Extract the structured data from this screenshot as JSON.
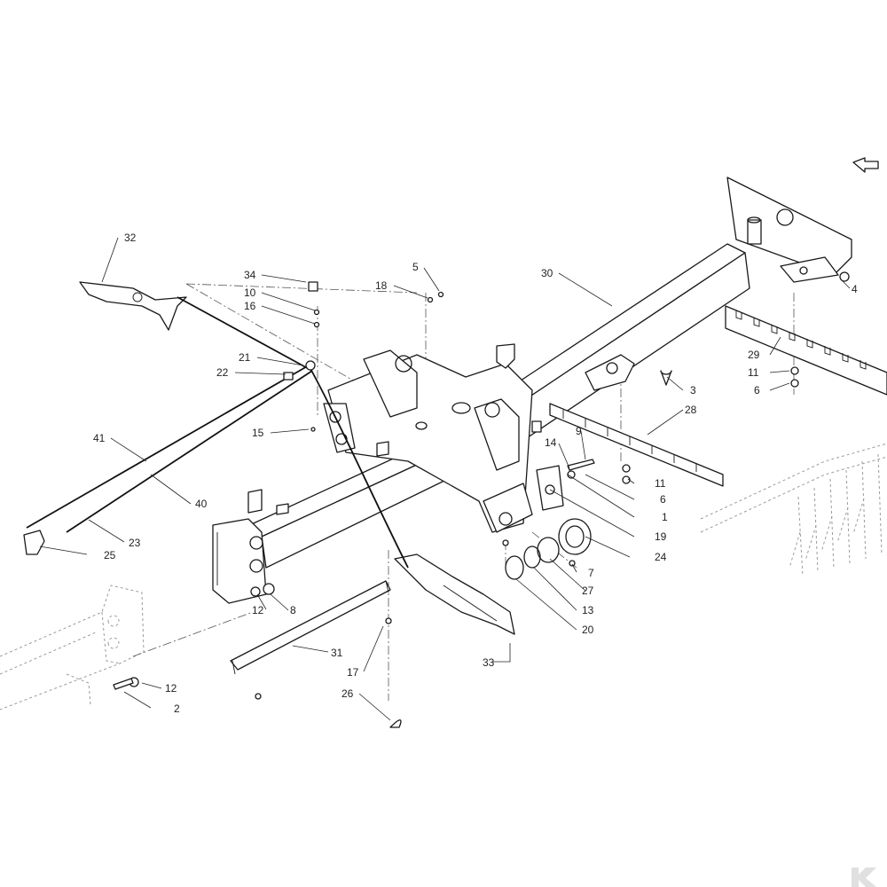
{
  "callouts": [
    {
      "id": "c32",
      "text": "32"
    },
    {
      "id": "c34",
      "text": "34"
    },
    {
      "id": "c10",
      "text": "10"
    },
    {
      "id": "c16",
      "text": "16"
    },
    {
      "id": "c18",
      "text": "18"
    },
    {
      "id": "c5",
      "text": "5"
    },
    {
      "id": "c30",
      "text": "30"
    },
    {
      "id": "c4",
      "text": "4"
    },
    {
      "id": "c21",
      "text": "21"
    },
    {
      "id": "c22",
      "text": "22"
    },
    {
      "id": "c3",
      "text": "3"
    },
    {
      "id": "c29",
      "text": "29"
    },
    {
      "id": "c11a",
      "text": "11"
    },
    {
      "id": "c6a",
      "text": "6"
    },
    {
      "id": "c28",
      "text": "28"
    },
    {
      "id": "c15",
      "text": "15"
    },
    {
      "id": "c41",
      "text": "41"
    },
    {
      "id": "c9",
      "text": "9"
    },
    {
      "id": "c14",
      "text": "14"
    },
    {
      "id": "c11b",
      "text": "11"
    },
    {
      "id": "c6b",
      "text": "6"
    },
    {
      "id": "c1",
      "text": "1"
    },
    {
      "id": "c40",
      "text": "40"
    },
    {
      "id": "c23",
      "text": "23"
    },
    {
      "id": "c19",
      "text": "19"
    },
    {
      "id": "c25",
      "text": "25"
    },
    {
      "id": "c24",
      "text": "24"
    },
    {
      "id": "c7",
      "text": "7"
    },
    {
      "id": "c27",
      "text": "27"
    },
    {
      "id": "c12a",
      "text": "12"
    },
    {
      "id": "c8",
      "text": "8"
    },
    {
      "id": "c13",
      "text": "13"
    },
    {
      "id": "c20",
      "text": "20"
    },
    {
      "id": "c31",
      "text": "31"
    },
    {
      "id": "c33",
      "text": "33"
    },
    {
      "id": "c17",
      "text": "17"
    },
    {
      "id": "c12b",
      "text": "12"
    },
    {
      "id": "c2",
      "text": "2"
    },
    {
      "id": "c26",
      "text": "26"
    }
  ],
  "icons": {
    "direction": "direction-arrow-icon",
    "logo": "brand-logo-mark"
  },
  "colors": {
    "line": "#1a1a1a",
    "ghost": "#9a9a9a",
    "background": "#ffffff"
  }
}
